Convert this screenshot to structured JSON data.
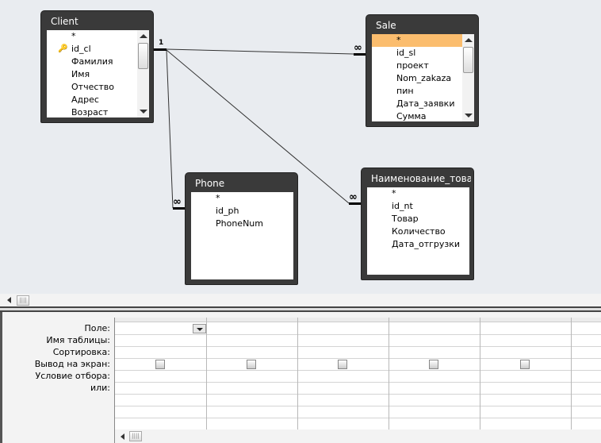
{
  "tables": [
    {
      "name": "Client",
      "fields": [
        "*",
        "id_cl",
        "Фамилия",
        "Имя",
        "Отчество",
        "Адрес",
        "Возраст"
      ],
      "key_field": "id_cl"
    },
    {
      "name": "Sale",
      "fields": [
        "*",
        "id_sl",
        "проект",
        "Nom_zakaza",
        "пин",
        "Дата_заявки",
        "Сумма"
      ],
      "selected_field": "*"
    },
    {
      "name": "Phone",
      "fields": [
        "*",
        "id_ph",
        "PhoneNum"
      ]
    },
    {
      "name": "Наименование_това...",
      "fields": [
        "*",
        "id_nt",
        "Товар",
        "Количество",
        "Дата_отгрузки"
      ]
    }
  ],
  "relationships": [
    {
      "from": "Client",
      "to": "Sale",
      "from_label": "1",
      "to_label": "∞"
    },
    {
      "from": "Client",
      "to": "Phone",
      "to_label": "∞"
    },
    {
      "from": "Client",
      "to": "Наименование_това...",
      "to_label": "∞"
    }
  ],
  "grid": {
    "row_labels": [
      "Поле:",
      "Имя таблицы:",
      "Сортировка:",
      "Вывод на экран:",
      "Условие отбора:",
      "или:"
    ],
    "show_checked": [
      false,
      false,
      false,
      false,
      false
    ]
  },
  "colors": {
    "selected_field": "#fbbd6e",
    "title_bar": "#3a3a3a",
    "canvas": "#e9ecf0"
  }
}
